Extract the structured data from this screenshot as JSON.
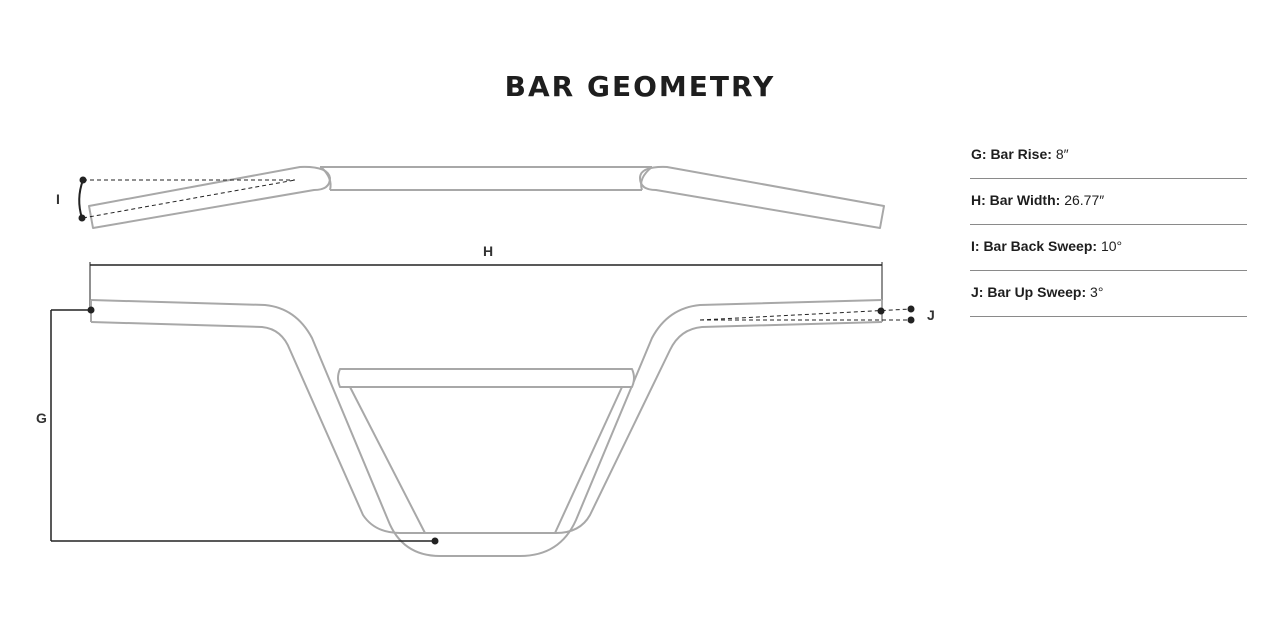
{
  "title": "BAR GEOMETRY",
  "diagram": {
    "labels": {
      "g": "G",
      "h": "H",
      "i": "I",
      "j": "J"
    },
    "bar_color": "#a8a8a8",
    "dimension_color": "#222222"
  },
  "specs": [
    {
      "label": "G: Bar Rise:",
      "value": "8″"
    },
    {
      "label": "H: Bar Width:",
      "value": "26.77″"
    },
    {
      "label": "I: Bar Back Sweep:",
      "value": "10°"
    },
    {
      "label": "J: Bar Up Sweep:",
      "value": "3°"
    }
  ]
}
